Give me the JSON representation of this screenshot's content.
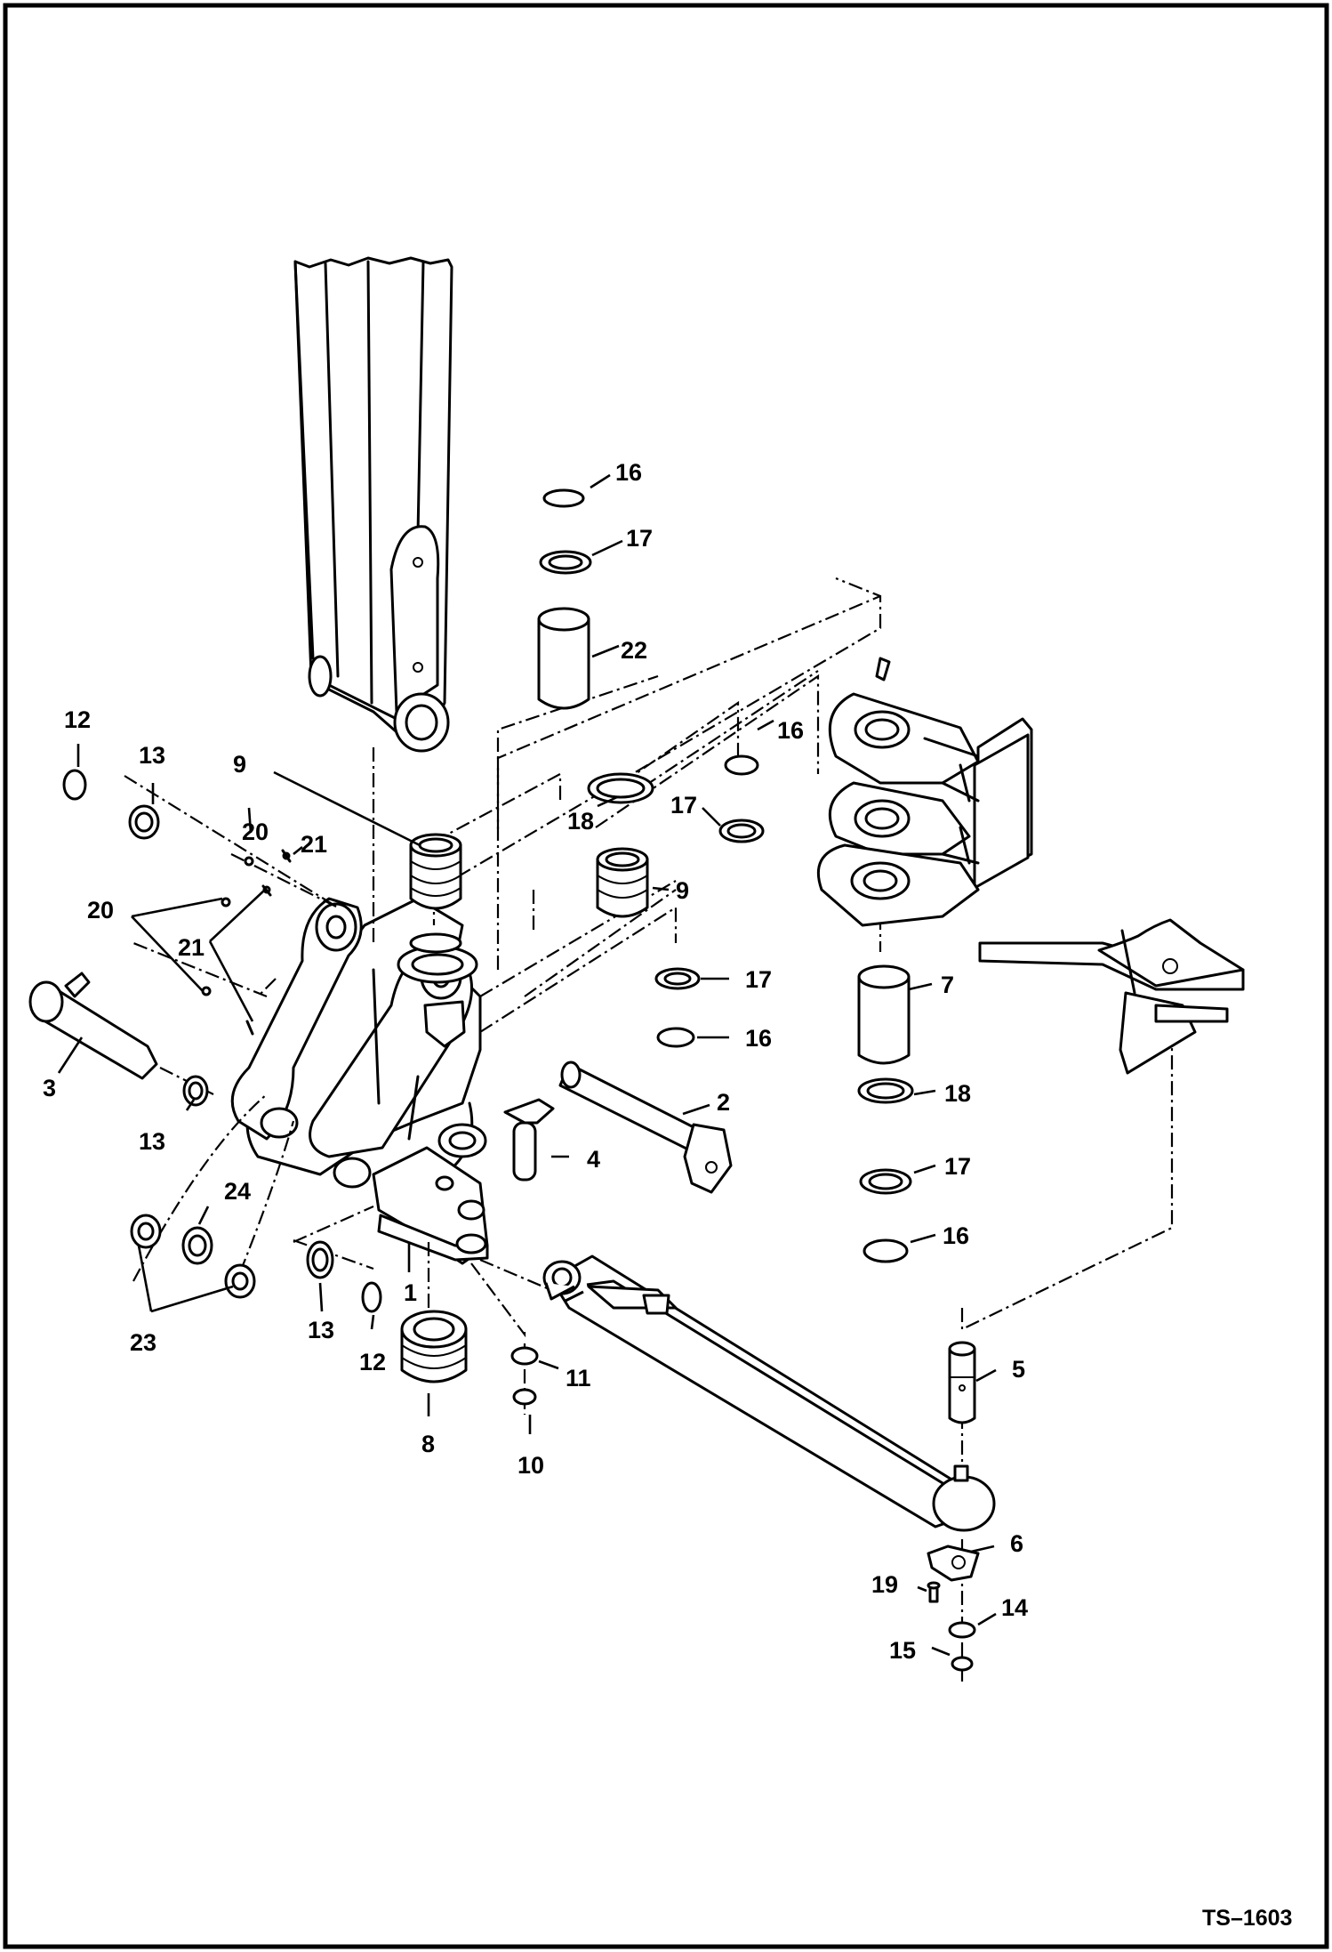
{
  "drawing": {
    "code": "TS–1603",
    "labels": {
      "p1": "1",
      "p2": "2",
      "p3": "3",
      "p4": "4",
      "p5": "5",
      "p6": "6",
      "p7": "7",
      "p8": "8",
      "p9a": "9",
      "p9b": "9",
      "p10": "10",
      "p11": "11",
      "p12a": "12",
      "p12b": "12",
      "p13a": "13",
      "p13b": "13",
      "p13c": "13",
      "p14": "14",
      "p15": "15",
      "p16a": "16",
      "p16b": "16",
      "p16c": "16",
      "p16d": "16",
      "p17a": "17",
      "p17b": "17",
      "p17c": "17",
      "p17d": "17",
      "p18a": "18",
      "p18b": "18",
      "p19": "19",
      "p20a": "20",
      "p20b": "20",
      "p21a": "21",
      "p21b": "21",
      "p22": "22",
      "p23": "23",
      "p24": "24"
    }
  }
}
